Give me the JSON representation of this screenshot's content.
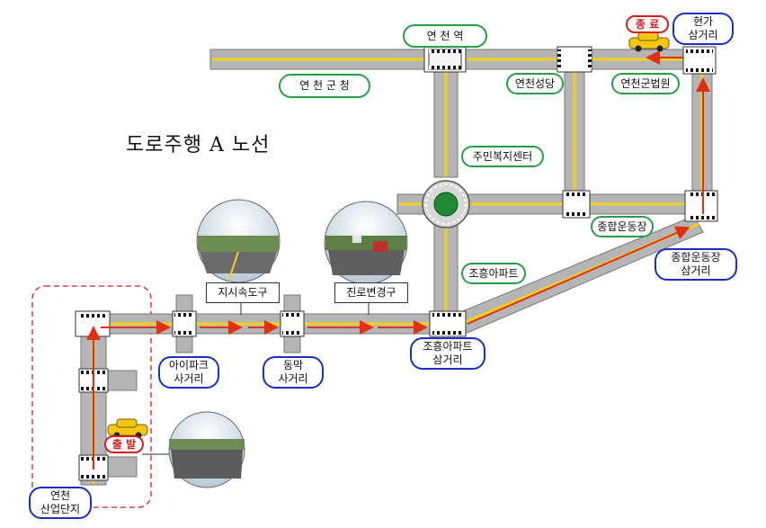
{
  "map_title": "도로주행 A 노선",
  "labels": {
    "yeoncheon_station": "연 천 역",
    "county_office": "연 천 군 청",
    "seongdang": "연천성당",
    "court": "연천군법원",
    "hyeonga": "현가\n삼거리",
    "jumin_center": "주민복지센터",
    "johung_apt": "조흥아파트",
    "stadium": "종합운동장",
    "stadium_junction": "종합운동장\n삼거리",
    "johung_junction": "조흥아파트\n삼거리",
    "ipark": "아이파크\n사거리",
    "dongmak": "동막\n사거리",
    "industrial": "연천\n산업단지",
    "start": "출 발",
    "end": "종 료",
    "speed_test": "지시속도구",
    "lane_change": "진로변경구"
  },
  "colors": {
    "road": "#b5b5b5",
    "center_line": "#f2d01c",
    "route_arrow": "#e03010",
    "label_green": "#2a9d4b",
    "label_blue": "#1c2fbf",
    "label_red": "#d32020",
    "roundabout": "#1f8a32",
    "car": "#f2c814"
  },
  "icons": [
    "car-icon",
    "roundabout-icon",
    "crosswalk-icon",
    "road-photo"
  ]
}
